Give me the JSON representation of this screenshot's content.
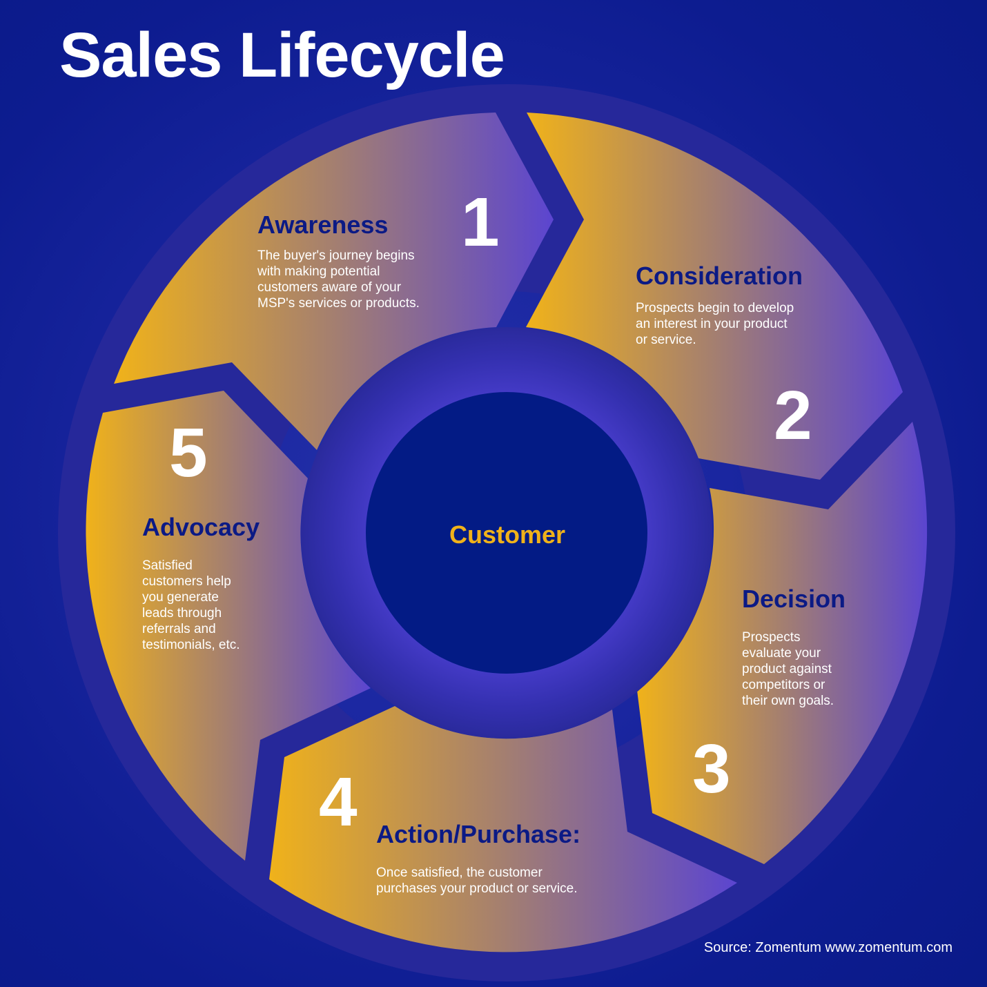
{
  "title": "Sales Lifecycle",
  "center": {
    "label": "Customer"
  },
  "stages": [
    {
      "number": "1",
      "name": "Awareness",
      "description": "The buyer's journey begins\nwith making potential\ncustomers aware of your\nMSP's services or products."
    },
    {
      "number": "2",
      "name": "Consideration",
      "description": "Prospects begin to develop\nan interest in your product\nor service."
    },
    {
      "number": "3",
      "name": "Decision",
      "description": "Prospects\nevaluate your\nproduct against\ncompetitors or\ntheir own goals."
    },
    {
      "number": "4",
      "name": "Action/Purchase:",
      "description": "Once satisfied, the customer\npurchases your product or service."
    },
    {
      "number": "5",
      "name": "Advocacy",
      "description": "Satisfied\ncustomers help\nyou generate\nleads through\nreferrals and\ntestimonials, etc."
    }
  ],
  "source": "Source: Zomentum www.zomentum.com",
  "colors": {
    "background": "#0f1f93",
    "segment_start": "#f0b21a",
    "segment_end": "#5b45d0",
    "heading": "#0b1a85",
    "center_label": "#f0b21a",
    "center_fill": "#031b85",
    "ring": "#2c2aa0"
  }
}
